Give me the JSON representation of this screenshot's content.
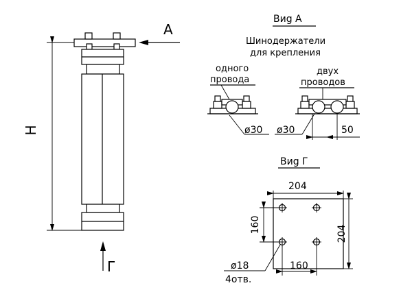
{
  "labels": {
    "view_a_letter": "A",
    "view_g_letter": "Г",
    "height_letter": "H",
    "view_a_title": "Виg А",
    "busholders_line1": "Шинодержатели",
    "busholders_line2": "для крепления",
    "single_line1": "одного",
    "single_line2": "провода",
    "double_line1": "двух",
    "double_line2": "проводов",
    "view_g_title": "Виg Г"
  },
  "dimensions": {
    "dia_single": "ø30",
    "dia_double": "ø30",
    "offset_50": "50",
    "width_204_top": "204",
    "height_204_right": "204",
    "spacing_160_left": "160",
    "spacing_160_bottom": "160",
    "hole_dia": "ø18",
    "hole_count": "4отв."
  }
}
